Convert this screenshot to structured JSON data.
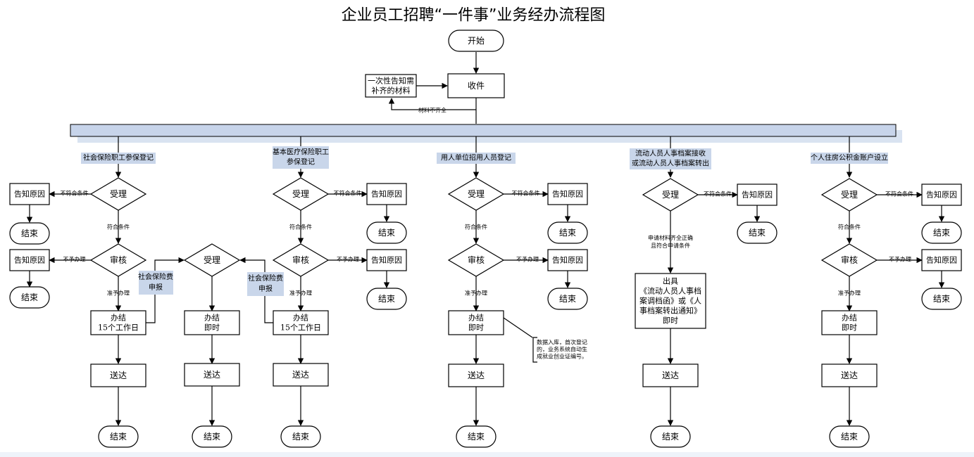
{
  "title": "企业员工招聘“一件事”业务经办流程图",
  "top": {
    "start": "开始",
    "receive": "收件",
    "notify_lines": [
      "一次性告知需",
      "补齐的材料"
    ],
    "incomplete": "材料不齐全"
  },
  "branches": [
    {
      "heading_lines": [
        "社会保险职工参保登记"
      ]
    },
    {
      "heading_lines": [
        "基本医疗保险职工",
        "参保登记"
      ]
    },
    {
      "heading_lines": [
        "用人单位招用人员登记"
      ]
    },
    {
      "heading_lines": [
        "流动人员人事档案接收",
        "或流动人员人事档案转出"
      ]
    },
    {
      "heading_lines": [
        "个人住房公积金账户设立"
      ]
    }
  ],
  "labels": {
    "accept": "受理",
    "review": "审核",
    "reason": "告知原因",
    "end": "结束",
    "meets": "符合条件",
    "not_meets": "不符合条件",
    "not_handle": "不予办理",
    "approve": "准予办理",
    "deliver": "送达",
    "done_15": [
      "办结",
      "15个工作日"
    ],
    "done_now": [
      "办结",
      "即时"
    ],
    "ss_fee": [
      "社会保险费",
      "申报"
    ],
    "complete_cond": [
      "申请材料齐全正确",
      "且符合申请条件"
    ],
    "issue": [
      "出具",
      "《流动人员人事档",
      "案调档函》或《人",
      "事档案转出通知》",
      "即时"
    ],
    "note": [
      "数据入库，首次登记",
      "的，业务系统自动生",
      "成就业创业证编号。"
    ]
  }
}
